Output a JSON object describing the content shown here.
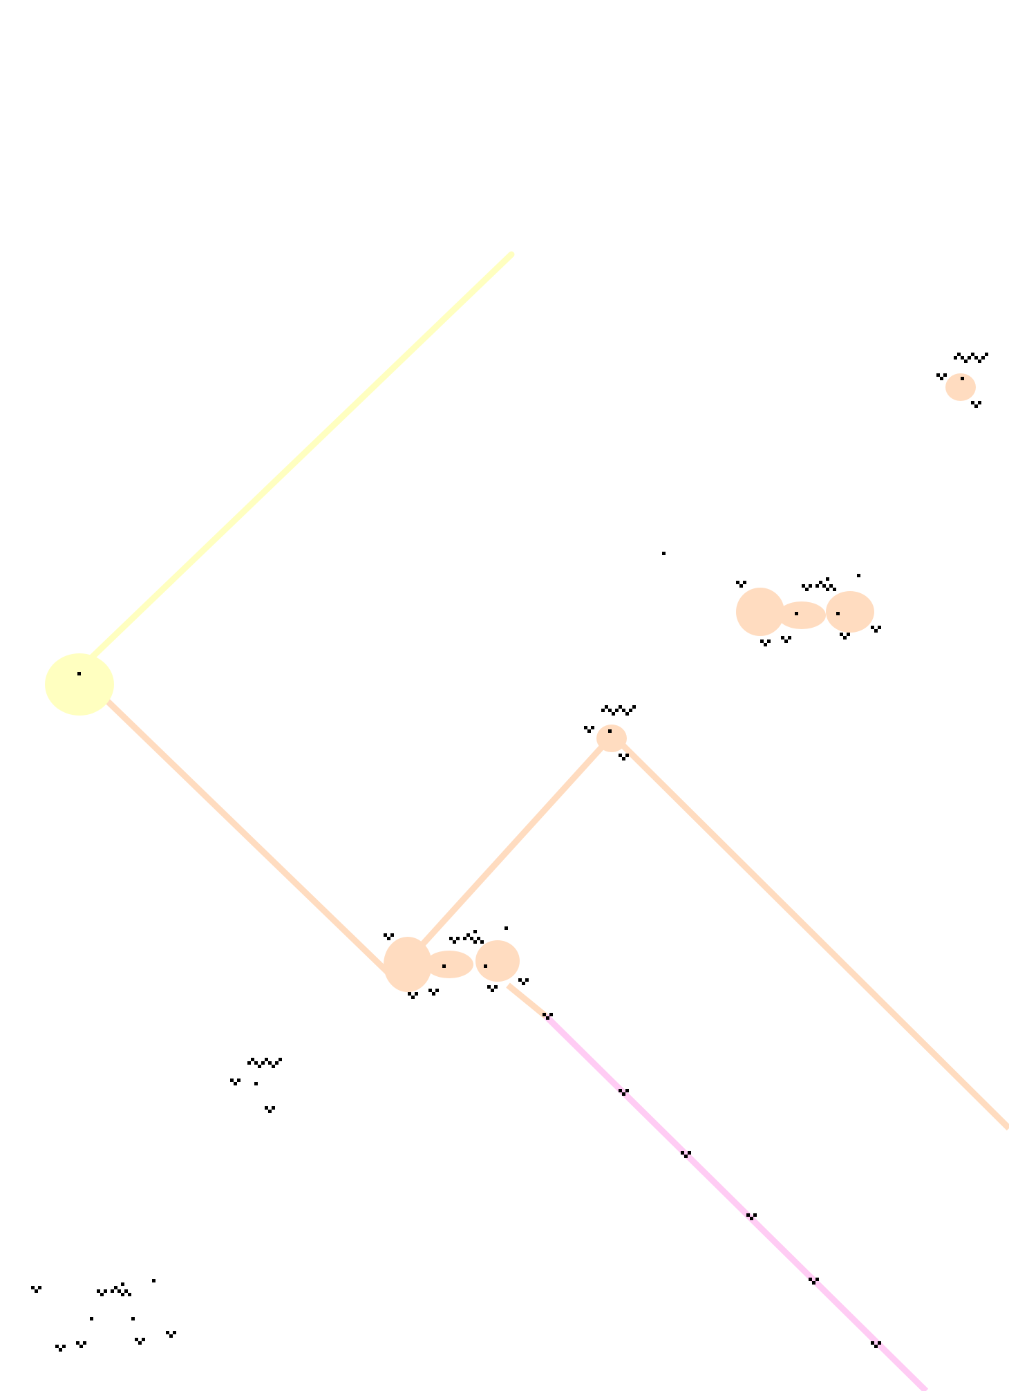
{
  "colors": {
    "background": "#ffffff",
    "cell": "#000000",
    "trail_yellow": "#ffffc0",
    "trail_orange": "#ffdcc0",
    "trail_pink": "#ffccf4"
  },
  "objects": [
    "trail-yellow-diagonal",
    "trail-orange-diagonal",
    "trail-pink-diagonal",
    "pattern-cluster"
  ]
}
